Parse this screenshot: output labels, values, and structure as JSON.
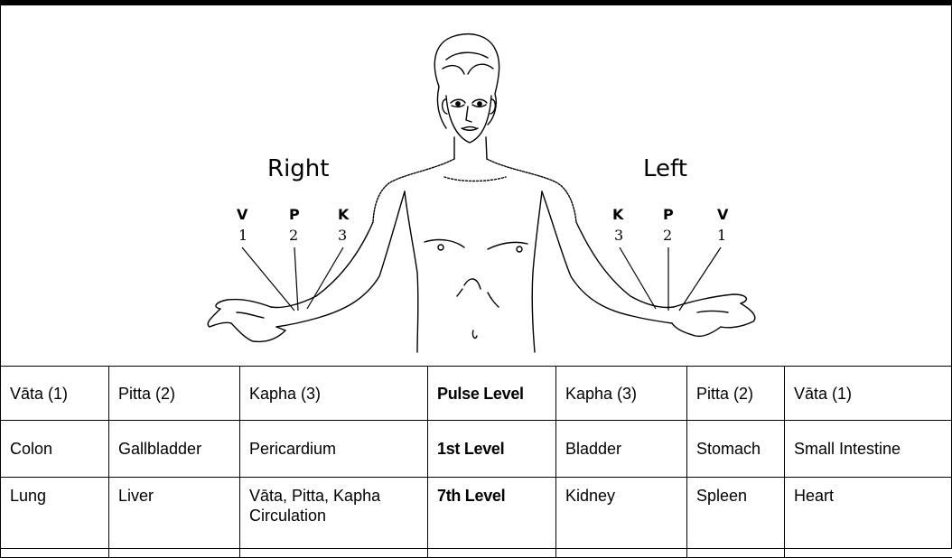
{
  "figure": {
    "right_label": "Right",
    "left_label": "Left",
    "right_positions": [
      {
        "letter": "V",
        "number": "1"
      },
      {
        "letter": "P",
        "number": "2"
      },
      {
        "letter": "K",
        "number": "3"
      }
    ],
    "left_positions": [
      {
        "letter": "K",
        "number": "3"
      },
      {
        "letter": "P",
        "number": "2"
      },
      {
        "letter": "V",
        "number": "1"
      }
    ]
  },
  "table": {
    "rows": [
      [
        "Vāta (1)",
        "Pitta (2)",
        "Kapha (3)",
        "Pulse Level",
        "Kapha (3)",
        "Pitta (2)",
        "Vāta (1)"
      ],
      [
        "Colon",
        "Gallbladder",
        "Pericardium",
        "1st Level",
        "Bladder",
        "Stomach",
        "Small Intestine"
      ],
      [
        "Lung",
        "Liver",
        "Vāta, Pitta, Kapha Circulation",
        "7th Level",
        "Kidney",
        "Spleen",
        "Heart"
      ]
    ]
  }
}
